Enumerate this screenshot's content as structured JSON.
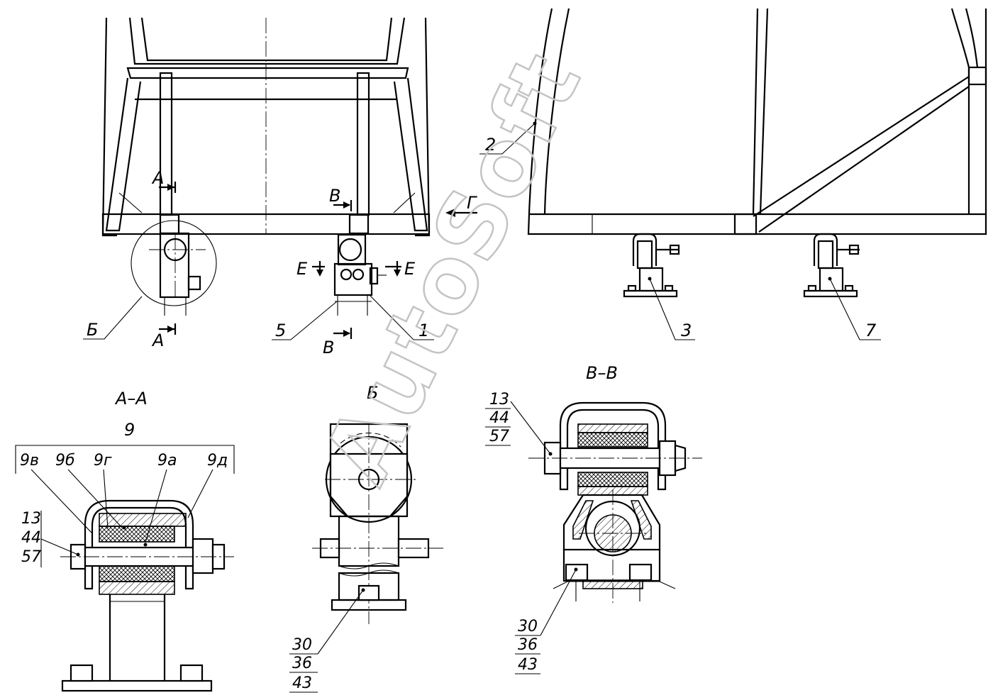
{
  "watermark": "AutoSoft",
  "views": {
    "section_aa": "А–А",
    "view_b": "Б",
    "section_vv": "В–В"
  },
  "section_marks": {
    "a_top": "А",
    "a_bottom": "А",
    "v_top": "В",
    "v_bottom": "В",
    "e_left": "Е",
    "e_right": "Е",
    "g_arrow": "Г",
    "b_callout": "Б"
  },
  "positions": {
    "p1": "1",
    "p2": "2",
    "p3": "3",
    "p5": "5",
    "p7": "7",
    "p9": "9",
    "p9v": "9в",
    "p9b": "9б",
    "p9g": "9г",
    "p9a": "9а",
    "p9d": "9д"
  },
  "stacks": {
    "aa_bolt": [
      "13",
      "44",
      "57"
    ],
    "b_bolt": [
      "30",
      "36",
      "43"
    ],
    "vv_top": [
      "13",
      "44",
      "57"
    ],
    "vv_bottom": [
      "30",
      "36",
      "43"
    ]
  }
}
